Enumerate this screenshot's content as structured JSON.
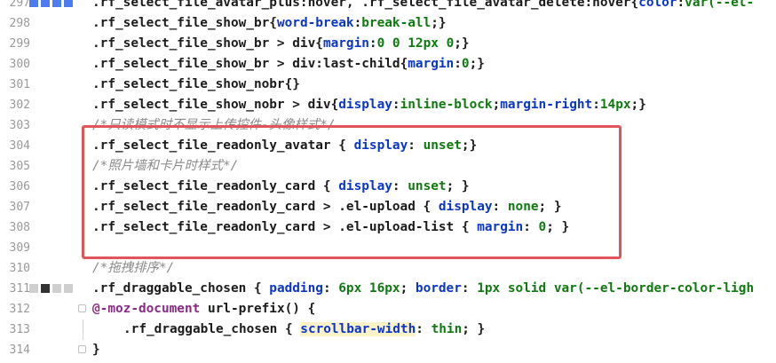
{
  "colors": {
    "highlight_border": "#e0555a",
    "selector": "#1b1b1b",
    "property": "#0a35c9",
    "value": "#0f7a0f",
    "comment": "#8a8a8a",
    "at_rule": "#8a2a86",
    "gutter_number": "#999999",
    "marker_blue": "#4d7bf0",
    "marker_dark": "#333333",
    "marker_light": "#cfcfcf"
  },
  "highlight": {
    "first_line": "303",
    "last_line": "308"
  },
  "lines": [
    {
      "n": "",
      "marker": "",
      "tokens": []
    },
    {
      "n": "298",
      "marker": "",
      "tokens": [
        [
          "sel",
          ".rf_select_file_show_br"
        ],
        [
          "punc",
          "{"
        ],
        [
          "prop",
          "word-break"
        ],
        [
          "punc",
          ":"
        ],
        [
          "val",
          "break-all"
        ],
        [
          "punc",
          ";}"
        ]
      ]
    },
    {
      "n": "299",
      "marker": "",
      "tokens": [
        [
          "sel",
          ".rf_select_file_show_br > div"
        ],
        [
          "punc",
          "{"
        ],
        [
          "prop",
          "margin"
        ],
        [
          "punc",
          ":"
        ],
        [
          "val",
          "0 0 12px 0"
        ],
        [
          "punc",
          ";}"
        ]
      ]
    },
    {
      "n": "300",
      "marker": "",
      "tokens": [
        [
          "sel",
          ".rf_select_file_show_br > div:last-child"
        ],
        [
          "punc",
          "{"
        ],
        [
          "prop",
          "margin"
        ],
        [
          "punc",
          ":"
        ],
        [
          "val",
          "0"
        ],
        [
          "punc",
          ";}"
        ]
      ]
    },
    {
      "n": "301",
      "marker": "",
      "tokens": [
        [
          "sel",
          ".rf_select_file_show_nobr"
        ],
        [
          "punc",
          "{}"
        ]
      ]
    },
    {
      "n": "302",
      "marker": "",
      "tokens": [
        [
          "sel",
          ".rf_select_file_show_nobr > div"
        ],
        [
          "punc",
          "{"
        ],
        [
          "prop",
          "display"
        ],
        [
          "punc",
          ":"
        ],
        [
          "val",
          "inline-block"
        ],
        [
          "punc",
          ";"
        ],
        [
          "prop",
          "margin-right"
        ],
        [
          "punc",
          ":"
        ],
        [
          "val",
          "14px"
        ],
        [
          "punc",
          ";}"
        ]
      ]
    },
    {
      "n": "303",
      "marker": "",
      "tokens": [
        [
          "com",
          "/*只读模式时不显示上传控件-头像样式*/"
        ]
      ]
    },
    {
      "n": "304",
      "marker": "",
      "tokens": [
        [
          "sel",
          ".rf_select_file_readonly_avatar"
        ],
        [
          "punc",
          " { "
        ],
        [
          "prop",
          "display"
        ],
        [
          "punc",
          ": "
        ],
        [
          "val",
          "unset"
        ],
        [
          "punc",
          ";}"
        ]
      ]
    },
    {
      "n": "305",
      "marker": "",
      "tokens": [
        [
          "com",
          "/*照片墙和卡片时样式*/"
        ]
      ]
    },
    {
      "n": "306",
      "marker": "",
      "tokens": [
        [
          "sel",
          ".rf_select_file_readonly_card"
        ],
        [
          "punc",
          " { "
        ],
        [
          "prop",
          "display"
        ],
        [
          "punc",
          ": "
        ],
        [
          "val",
          "unset"
        ],
        [
          "punc",
          "; }"
        ]
      ]
    },
    {
      "n": "307",
      "marker": "",
      "tokens": [
        [
          "sel",
          ".rf_select_file_readonly_card > .el-upload"
        ],
        [
          "punc",
          " { "
        ],
        [
          "prop",
          "display"
        ],
        [
          "punc",
          ": "
        ],
        [
          "val",
          "none"
        ],
        [
          "punc",
          "; }"
        ]
      ]
    },
    {
      "n": "308",
      "marker": "",
      "tokens": [
        [
          "sel",
          ".rf_select_file_readonly_card > .el-upload-list"
        ],
        [
          "punc",
          " { "
        ],
        [
          "prop",
          "margin"
        ],
        [
          "punc",
          ": "
        ],
        [
          "val",
          "0"
        ],
        [
          "punc",
          "; }"
        ]
      ]
    },
    {
      "n": "309",
      "marker": "",
      "tokens": []
    },
    {
      "n": "310",
      "marker": "",
      "tokens": [
        [
          "com",
          "/*拖拽排序*/"
        ]
      ]
    },
    {
      "n": "311",
      "marker": "dark",
      "tokens": [
        [
          "sel",
          ".rf_draggable_chosen"
        ],
        [
          "punc",
          " { "
        ],
        [
          "prop",
          "padding"
        ],
        [
          "punc",
          ": "
        ],
        [
          "val",
          "6px 16px"
        ],
        [
          "punc",
          "; "
        ],
        [
          "prop",
          "border"
        ],
        [
          "punc",
          ": "
        ],
        [
          "val",
          "1px solid var(--el-border-color-ligh"
        ]
      ]
    },
    {
      "n": "312",
      "marker": "",
      "fold": "box",
      "tokens": [
        [
          "at",
          "@-moz-document"
        ],
        [
          "punc",
          " "
        ],
        [
          "sel",
          "url-prefix"
        ],
        [
          "punc",
          "() {"
        ]
      ]
    },
    {
      "n": "313",
      "marker": "",
      "fold": "line",
      "indent": true,
      "tokens": [
        [
          "sel",
          ".rf_draggable_chosen"
        ],
        [
          "punc",
          " { "
        ],
        [
          "hlprop",
          "scrollbar-width"
        ],
        [
          "punc",
          ": "
        ],
        [
          "val",
          "thin"
        ],
        [
          "punc",
          "; }"
        ]
      ]
    },
    {
      "n": "314",
      "marker": "",
      "fold": "box",
      "tokens": [
        [
          "punc",
          "}"
        ]
      ]
    }
  ],
  "top_line": {
    "n": "297",
    "marker": "blue",
    "tokens": [
      [
        "sel",
        ".rf_select_file_avatar_plus:hover, .rf_select_file_avatar_delete:hover"
      ],
      [
        "punc",
        "{"
      ],
      [
        "prop",
        "color"
      ],
      [
        "punc",
        ":"
      ],
      [
        "val",
        "var(--el-"
      ]
    ]
  }
}
